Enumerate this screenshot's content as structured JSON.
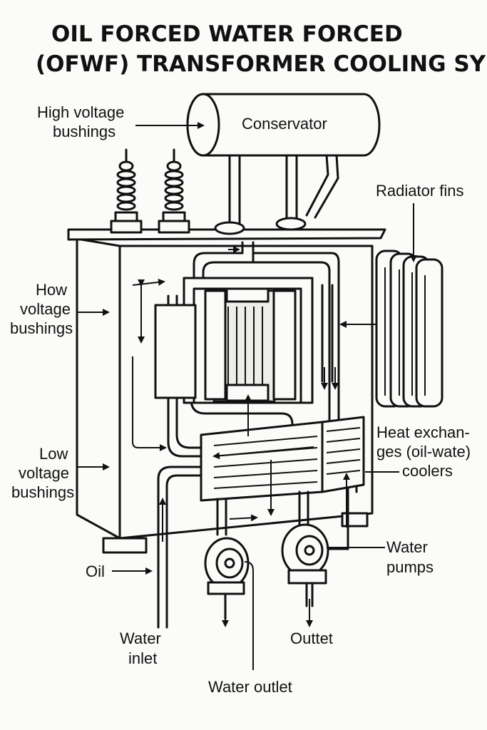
{
  "title": {
    "line1": "OIL FORCED WATER FORCED",
    "line2": "(OFWF) TRANSFORMER COOLING SYST"
  },
  "labels": {
    "conservator": "Conservator",
    "high_voltage_bushings": [
      "High voltage",
      "bushings"
    ],
    "radiator_fins": "Radiator fins",
    "how_voltage_bushings": [
      "How",
      "voltage",
      "bushings"
    ],
    "low_voltage_bushings": [
      "Low",
      "voltage",
      "bushings"
    ],
    "heat_exchangers": [
      "Heat exchan-",
      "ges (oil-wate)",
      "coolers"
    ],
    "water_pumps": [
      "Water",
      "pumps"
    ],
    "oil": "Oil",
    "water_inlet": [
      "Water",
      "inlet"
    ],
    "outlet": "Outtet",
    "water_outlet": "Water outlet"
  }
}
